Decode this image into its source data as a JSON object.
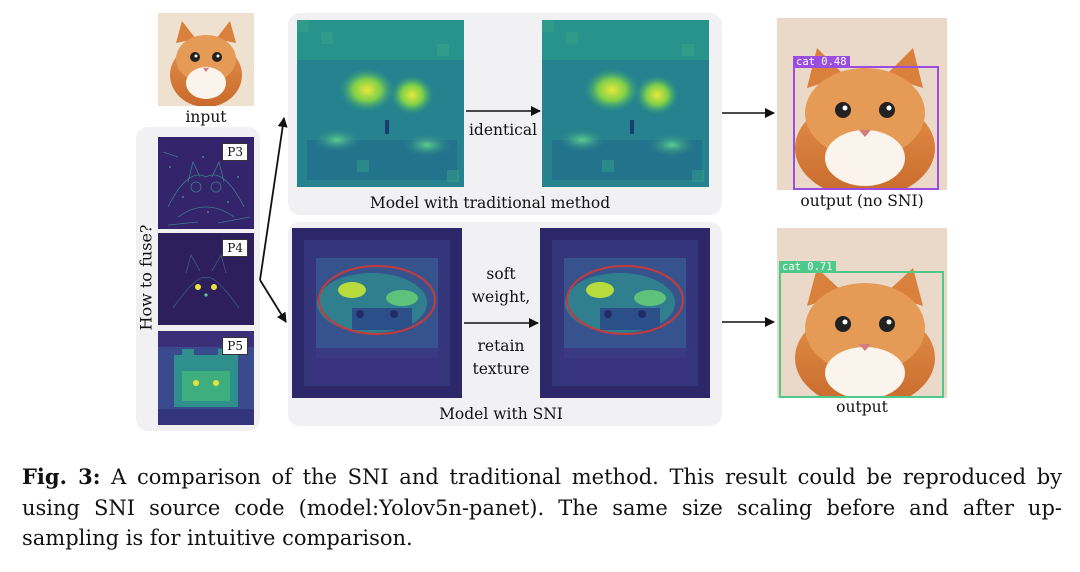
{
  "figure": {
    "input_label": "input",
    "fuse_question": "How to fuse?",
    "feature_levels": [
      "P3",
      "P4",
      "P5"
    ],
    "top_panel_label": "Model with traditional method",
    "top_arrow_label": "identical",
    "bottom_panel_label": "Model with SNI",
    "bottom_arrow_label_1": "soft",
    "bottom_arrow_label_2": "weight,",
    "bottom_arrow_label_3": "retain",
    "bottom_arrow_label_4": "texture",
    "output_top_label": "output (no SNI)",
    "output_bottom_label": "output",
    "det_top": {
      "text": "cat  0.48",
      "color": "#9b4de0"
    },
    "det_bottom": {
      "text": "cat  0.71",
      "color": "#4fc98a"
    }
  },
  "caption": {
    "fig_id": "Fig. 3:",
    "text": "A comparison of the SNI and traditional method. This result could be reproduced by using SNI source code (model:Yolov5n-panet). The same size scaling before and after up-sampling is for intuitive comparison."
  }
}
